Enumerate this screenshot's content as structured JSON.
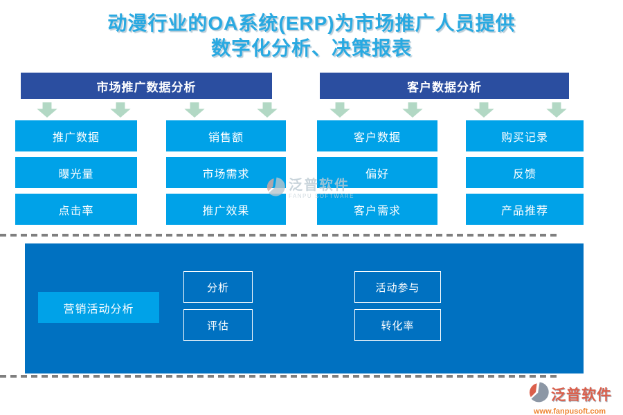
{
  "title": {
    "line1": "动漫行业的OA系统(ERP)为市场推广人员提供",
    "line2": "数字化分析、决策报表"
  },
  "groups": [
    {
      "header": "市场推广数据分析",
      "columns": [
        {
          "boxes": [
            "推广数据",
            "曝光量",
            "点击率"
          ]
        },
        {
          "boxes": [
            "销售额",
            "市场需求",
            "推广效果"
          ]
        }
      ]
    },
    {
      "header": "客户数据分析",
      "columns": [
        {
          "boxes": [
            "客户数据",
            "偏好",
            "客户需求"
          ]
        },
        {
          "boxes": [
            "购买记录",
            "反馈",
            "产品推荐"
          ]
        }
      ]
    }
  ],
  "bottom_panel": {
    "label": "营销活动分析",
    "items": [
      "分析",
      "评估",
      "活动参与",
      "转化率"
    ]
  },
  "watermark": {
    "name": "泛普软件",
    "subtitle": "FANPU SOFTWARE"
  },
  "logo": {
    "name": "泛普软件",
    "url": "www.fanpusoft.com"
  },
  "colors": {
    "title_text": "#29A9E1",
    "header_bg": "#2B4EA0",
    "box_bg": "#00A2E8",
    "panel_bg": "#0071C1",
    "arrow": "#B2D8C4",
    "dash_line": "#7F7F7F",
    "logo_red": "#DB5F4B",
    "logo_url_orange": "#EE8634"
  }
}
